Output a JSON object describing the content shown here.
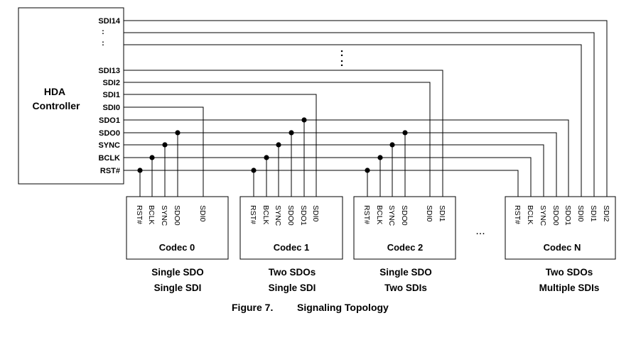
{
  "controller": {
    "line1": "HDA",
    "line2": "Controller",
    "signals": [
      "SDI14",
      ":",
      ":",
      "SDI13",
      "SDI2",
      "SDI1",
      "SDI0",
      "SDO1",
      "SDO0",
      "SYNC",
      "BCLK",
      "RST#"
    ]
  },
  "vertical_ellipsis": ":",
  "horizontal_ellipsis": "...",
  "codecs": [
    {
      "name": "Codec 0",
      "pins": [
        "RST#",
        "BCLK",
        "SYNC",
        "SDO0",
        "SDI0"
      ],
      "desc1": "Single SDO",
      "desc2": "Single SDI"
    },
    {
      "name": "Codec 1",
      "pins": [
        "RST#",
        "BCLK",
        "SYNC",
        "SDO0",
        "SDO1",
        "SDI0"
      ],
      "desc1": "Two SDOs",
      "desc2": "Single SDI"
    },
    {
      "name": "Codec 2",
      "pins": [
        "RST#",
        "BCLK",
        "SYNC",
        "SDO0",
        "SDI0",
        "SDI1"
      ],
      "desc1": "Single SDO",
      "desc2": "Two SDIs"
    },
    {
      "name": "Codec N",
      "pins": [
        "RST#",
        "BCLK",
        "SYNC",
        "SDO0",
        "SDO1",
        "SDI0",
        "SDI1",
        "SDI2"
      ],
      "desc1": "Two SDOs",
      "desc2": "Multiple SDIs"
    }
  ],
  "caption": {
    "label": "Figure 7.",
    "title": "Signaling Topology"
  }
}
